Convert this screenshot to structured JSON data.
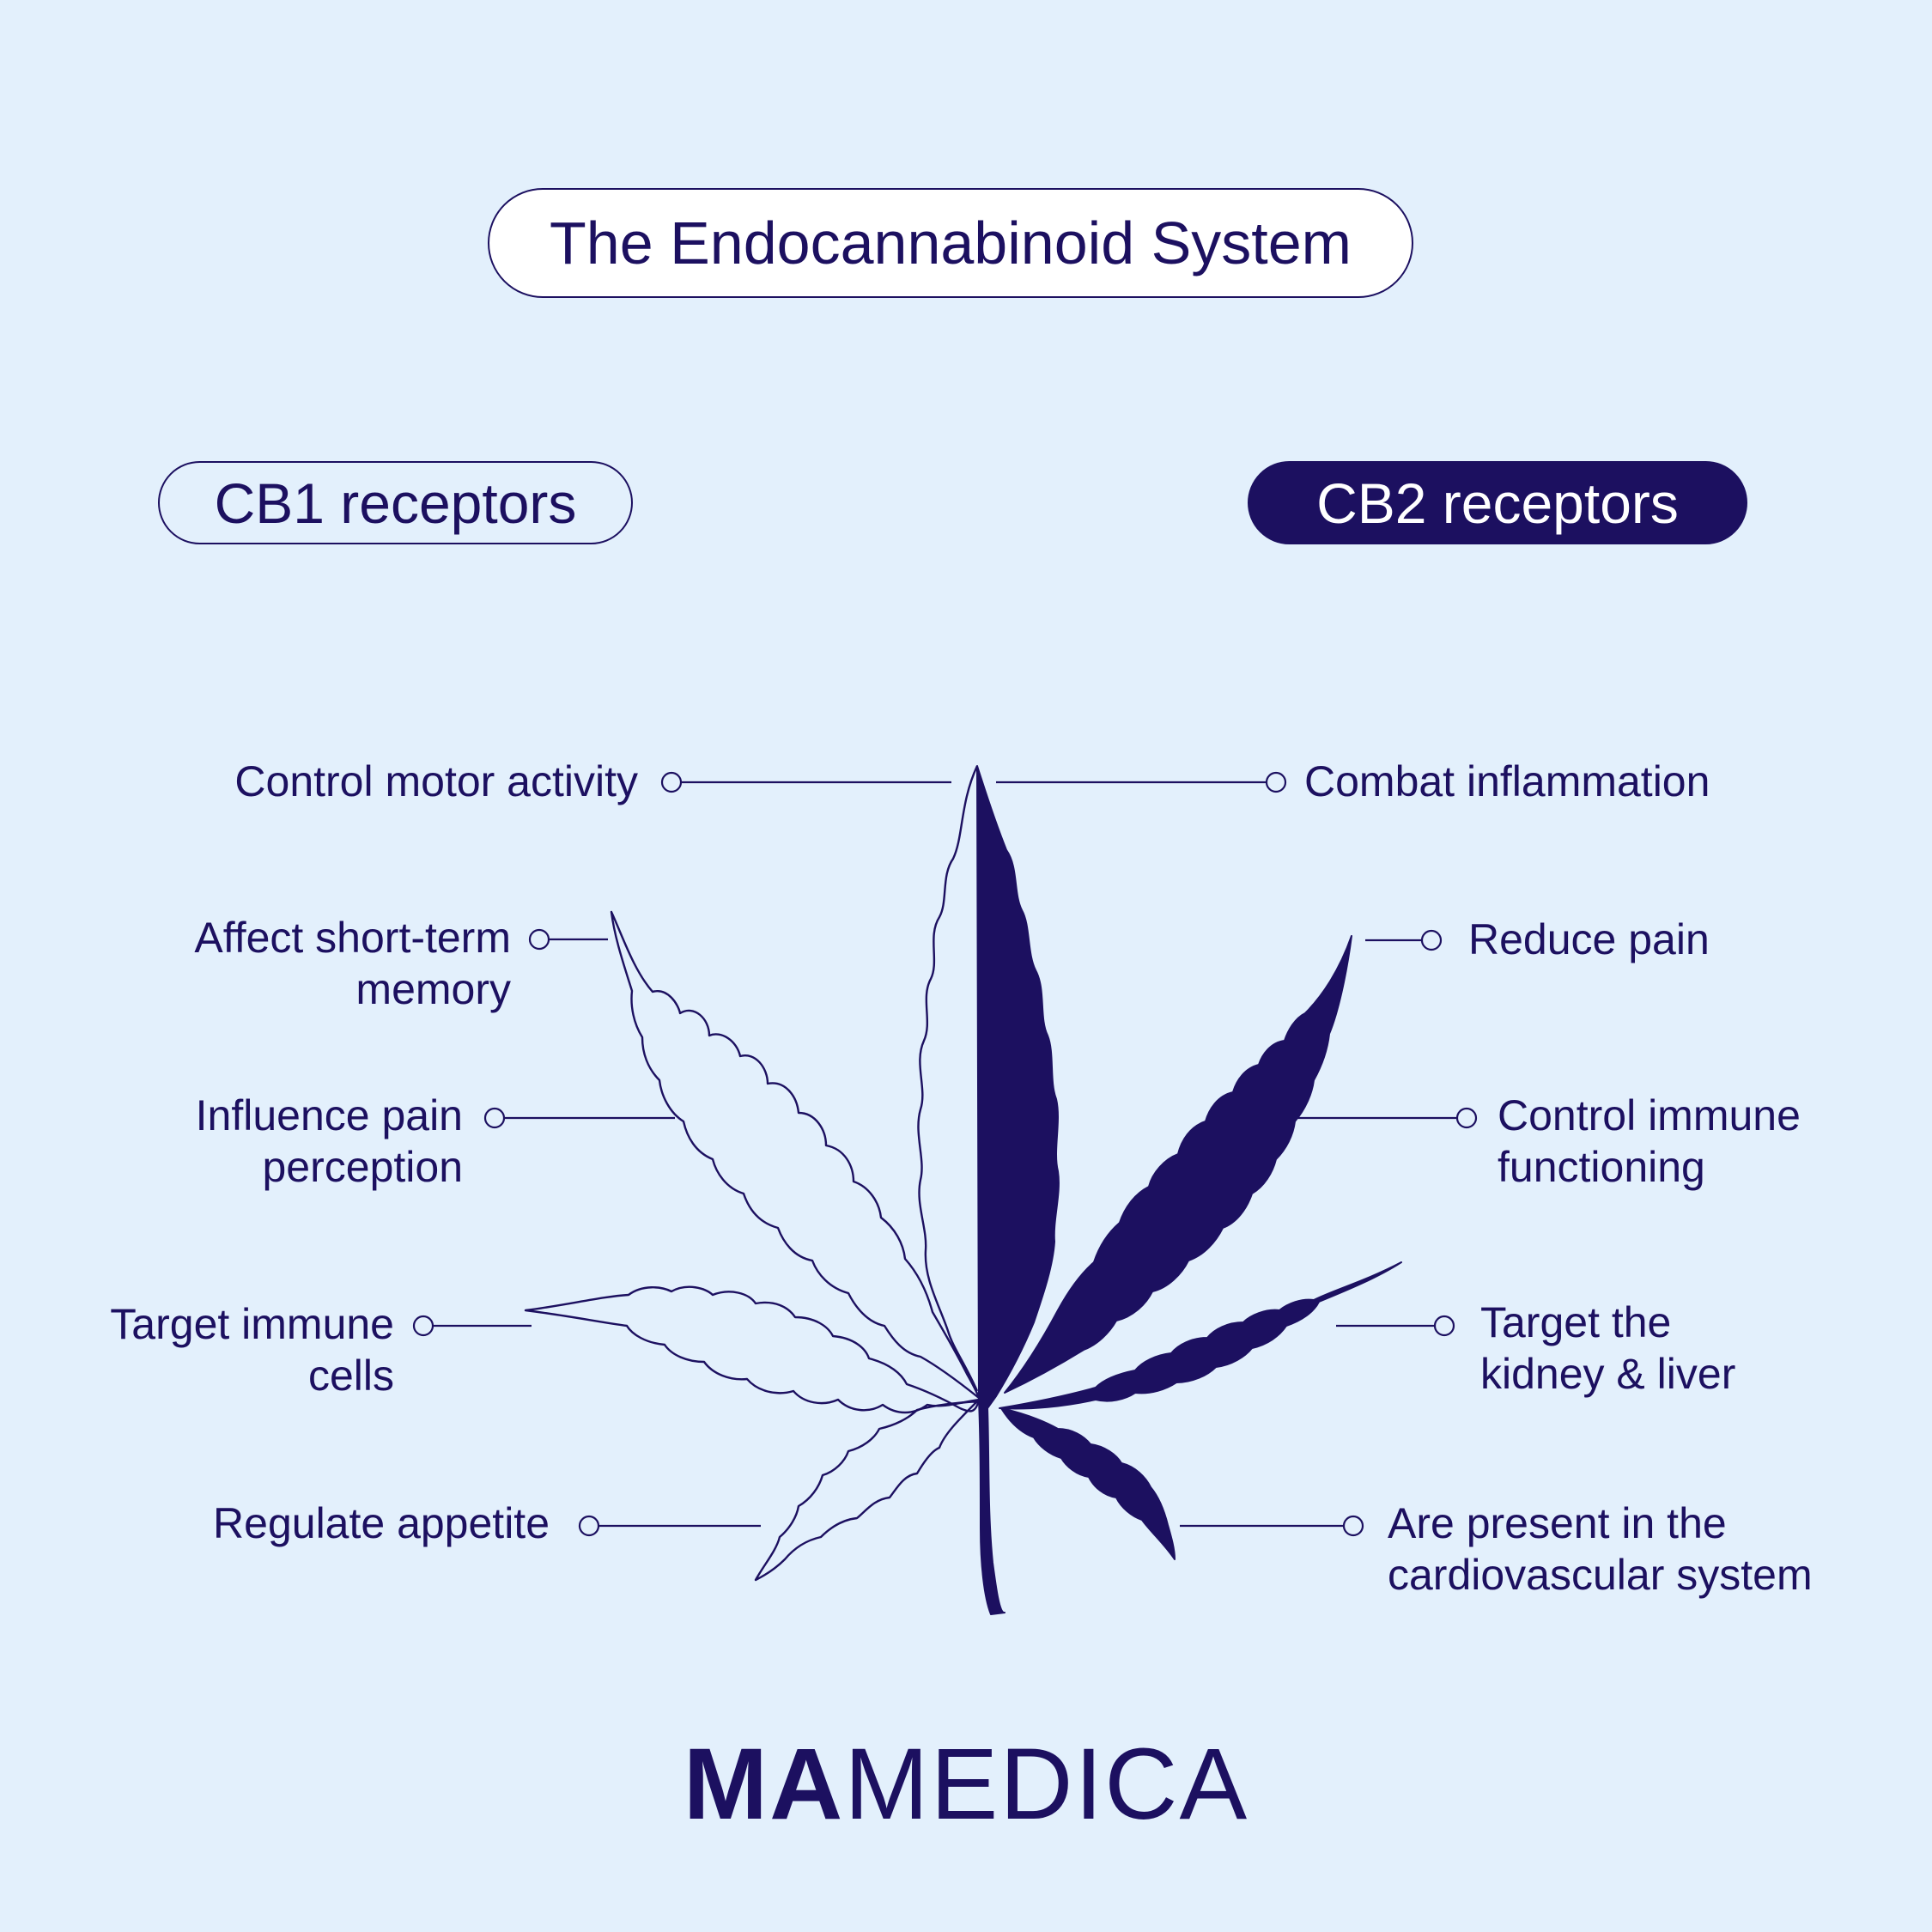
{
  "title": "The Endocannabinoid System",
  "cb1": {
    "heading": "CB1 receptors",
    "items": [
      {
        "line1": "Control motor activity",
        "line2": ""
      },
      {
        "line1": "Affect short-term",
        "line2": "memory"
      },
      {
        "line1": "Influence pain",
        "line2": "perception"
      },
      {
        "line1": "Target immune",
        "line2": "cells"
      },
      {
        "line1": "Regulate appetite",
        "line2": ""
      }
    ]
  },
  "cb2": {
    "heading": "CB2 receptors",
    "items": [
      {
        "line1": "Combat inflammation",
        "line2": ""
      },
      {
        "line1": "Reduce pain",
        "line2": ""
      },
      {
        "line1": "Control immune",
        "line2": "functioning"
      },
      {
        "line1": "Target the",
        "line2": "kidney & liver"
      },
      {
        "line1": "Are present in the",
        "line2": "cardiovascular system"
      }
    ]
  },
  "brand": {
    "bold": "MA",
    "rest": "MEDICA"
  },
  "colors": {
    "background": "#e3f0fc",
    "primary": "#1c1060",
    "pill_fill": "#ffffff"
  },
  "icons": {
    "leaf": "cannabis-leaf-icon",
    "connector": "circle-connector-icon"
  }
}
